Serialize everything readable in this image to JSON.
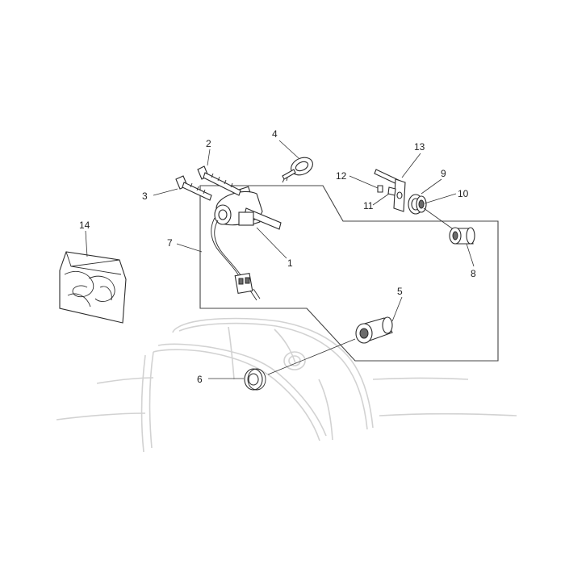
{
  "diagram": {
    "callouts": [
      {
        "id": "1",
        "label": "1"
      },
      {
        "id": "2",
        "label": "2"
      },
      {
        "id": "3",
        "label": "3"
      },
      {
        "id": "4",
        "label": "4"
      },
      {
        "id": "5",
        "label": "5"
      },
      {
        "id": "6",
        "label": "6"
      },
      {
        "id": "7",
        "label": "7"
      },
      {
        "id": "8",
        "label": "8"
      },
      {
        "id": "9",
        "label": "9"
      },
      {
        "id": "10",
        "label": "10"
      },
      {
        "id": "11",
        "label": "11"
      },
      {
        "id": "12",
        "label": "12"
      },
      {
        "id": "13",
        "label": "13"
      },
      {
        "id": "14",
        "label": "14"
      }
    ],
    "colors": {
      "line": "#2b2b2b",
      "body_outline": "#d2d2d2",
      "background": "#ffffff"
    }
  }
}
